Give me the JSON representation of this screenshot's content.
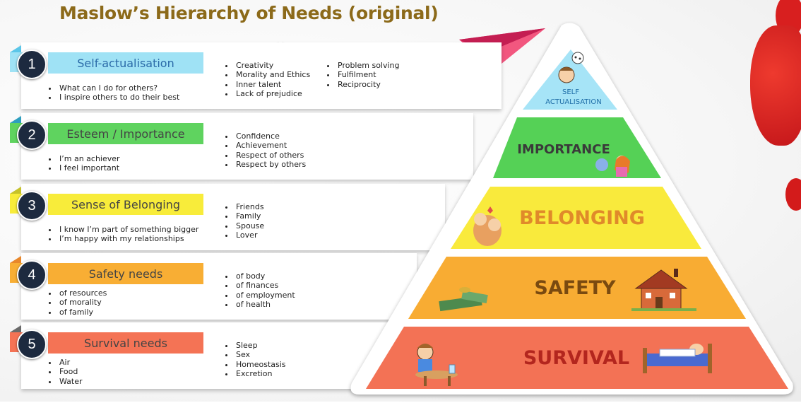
{
  "title": "Maslow’s Hierarchy of Needs (original)",
  "levels": [
    {
      "number": "1",
      "label": "Self-actualisation",
      "color": "#9fe2f5",
      "tab_color": "#5bc6e8",
      "personal": [
        "What can I do for others?",
        "I inspire others to do their best"
      ],
      "needs_col1": [
        "Creativity",
        "Morality and Ethics",
        "Inner talent",
        "Lack of prejudice"
      ],
      "needs_col2": [
        "Problem solving",
        "Fulfilment",
        "Reciprocity"
      ]
    },
    {
      "number": "2",
      "label": "Esteem / Importance",
      "color": "#5fd35f",
      "tab_color": "#2e9fbf",
      "personal": [
        "I’m an achiever",
        "I feel important"
      ],
      "needs_col1": [
        "Confidence",
        "Achievement",
        "Respect of others",
        "Respect by others"
      ]
    },
    {
      "number": "3",
      "label": "Sense of Belonging",
      "color": "#f8ec3a",
      "tab_color": "#c6c229",
      "personal": [
        "I know I’m part of something bigger",
        "I’m happy with my relationships"
      ],
      "needs_col1": [
        "Friends",
        "Family",
        "Spouse",
        "Lover"
      ]
    },
    {
      "number": "4",
      "label": "Safety needs",
      "color": "#f8ae34",
      "tab_color": "#e8872a",
      "personal": [
        "of resources",
        "of morality",
        "of family"
      ],
      "needs_col1": [
        "of body",
        "of finances",
        "of employment",
        "of health"
      ]
    },
    {
      "number": "5",
      "label": "Survival needs",
      "color": "#f47355",
      "tab_color": "#6a6a6a",
      "personal": [
        "Air",
        "Food",
        "Water"
      ],
      "needs_col1": [
        "Sleep",
        "Sex",
        "Homeostasis",
        "Excretion"
      ]
    }
  ],
  "pyramid": {
    "self": {
      "line1": "SELF",
      "line2": "ACTUALISATION",
      "color": "#a6e4f7",
      "text_color": "#1f6ea8"
    },
    "importance": {
      "label": "IMPORTANCE",
      "color": "#55d156",
      "text_color": "#3a3a3a"
    },
    "belonging": {
      "label": "BELONGING",
      "color": "#f9ea3c",
      "text_color": "#e08a2a"
    },
    "safety": {
      "label": "SAFETY",
      "color": "#f8ac33",
      "text_color": "#7a4a10"
    },
    "survival": {
      "label": "SURVIVAL",
      "color": "#f37255",
      "text_color": "#b3261e"
    }
  }
}
